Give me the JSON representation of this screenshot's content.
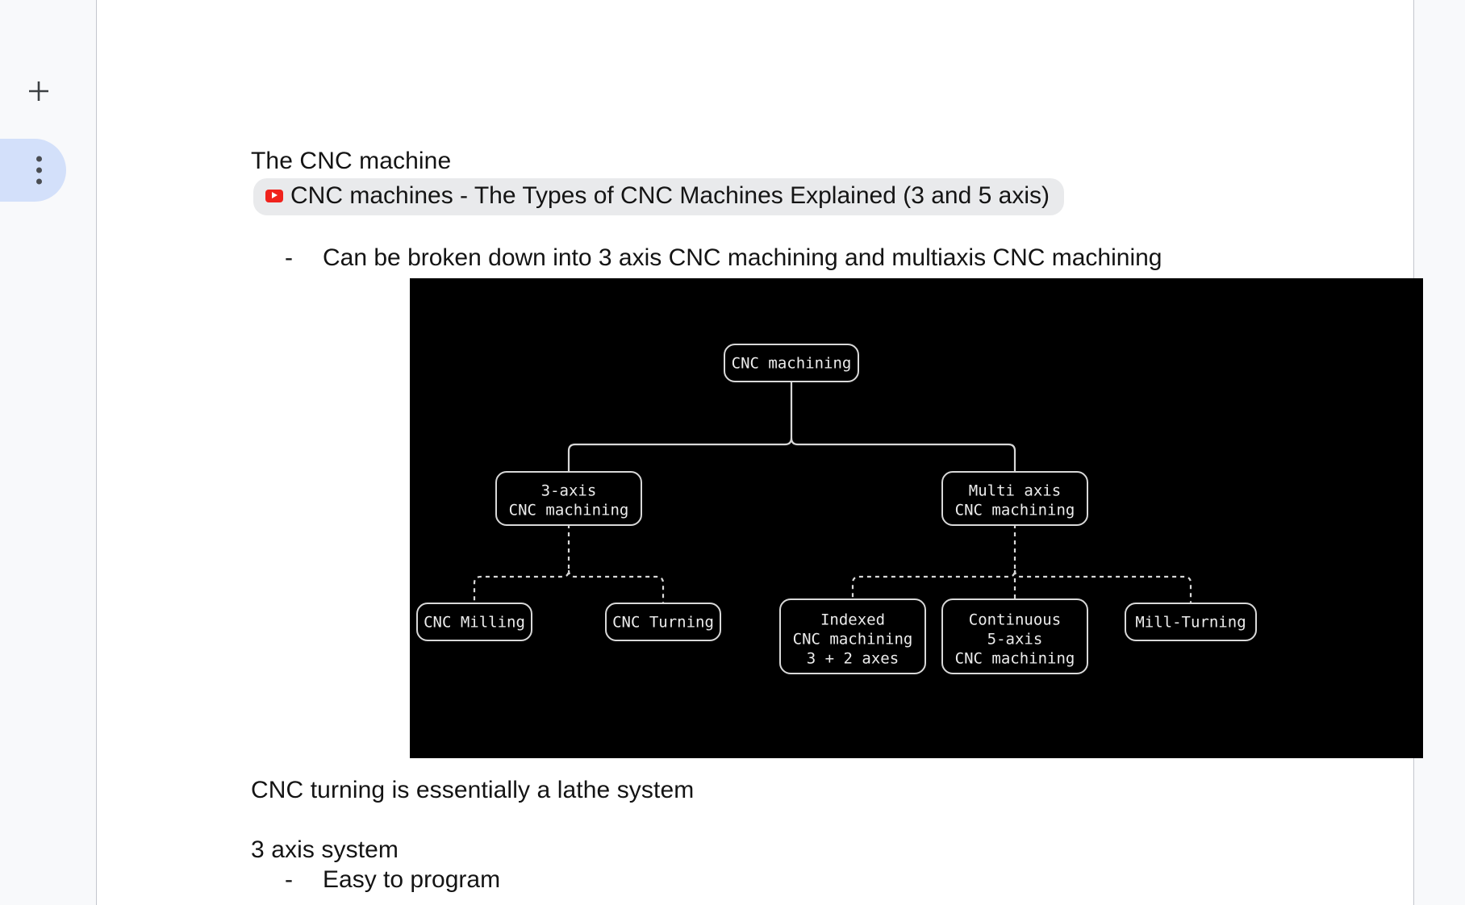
{
  "app": {
    "background_color": "#ffffff",
    "rail_background_color": "#f8f9fb",
    "divider_color": "#c4c7ce",
    "accent_pill_color": "#d3e0fa"
  },
  "left_rail": {
    "add_button": {
      "icon": "plus-icon",
      "label": "+"
    },
    "menu_button": {
      "icon": "more-vertical-icon",
      "label": ""
    }
  },
  "document": {
    "heading_1": "The CNC machine",
    "youtube_chip": {
      "icon": "youtube-icon",
      "icon_color": "#f0231d",
      "chip_background": "#e9eaec",
      "label": "CNC machines - The Types of CNC Machines Explained (3 and 5 axis)"
    },
    "bullet_1": {
      "marker": "-",
      "text": "Can be broken down into 3 axis CNC machining and multiaxis CNC machining"
    },
    "paragraph_lathe": "CNC turning is essentially a lathe system",
    "heading_2": "3 axis system",
    "bullet_2": {
      "marker": "-",
      "text": "Easy to program"
    }
  },
  "chart_data": {
    "type": "diagram",
    "subtype": "tree",
    "title": "CNC machining classification tree",
    "background": "#000000",
    "node_stroke": "#d8d8d8",
    "node_text_color": "#ececec",
    "edge_styles": {
      "level_1_to_2": "solid",
      "level_2_to_3": "dashed"
    },
    "nodes": [
      {
        "id": "root",
        "label": "CNC machining",
        "lines": [
          "CNC machining"
        ],
        "level": 0
      },
      {
        "id": "three_axis",
        "label": "3-axis CNC machining",
        "lines": [
          "3-axis",
          "CNC machining"
        ],
        "level": 1
      },
      {
        "id": "multi_axis",
        "label": "Multi axis CNC machining",
        "lines": [
          "Multi axis",
          "CNC machining"
        ],
        "level": 1
      },
      {
        "id": "milling",
        "label": "CNC Milling",
        "lines": [
          "CNC Milling"
        ],
        "level": 2
      },
      {
        "id": "turning",
        "label": "CNC Turning",
        "lines": [
          "CNC Turning"
        ],
        "level": 2
      },
      {
        "id": "indexed",
        "label": "Indexed CNC machining 3 + 2 axes",
        "lines": [
          "Indexed",
          "CNC machining",
          "3 + 2 axes"
        ],
        "level": 2
      },
      {
        "id": "continuous",
        "label": "Continuous 5-axis CNC machining",
        "lines": [
          "Continuous",
          "5-axis",
          "CNC machining"
        ],
        "level": 2
      },
      {
        "id": "millturn",
        "label": "Mill-Turning",
        "lines": [
          "Mill-Turning"
        ],
        "level": 2
      }
    ],
    "edges": [
      {
        "from": "root",
        "to": "three_axis",
        "style": "solid"
      },
      {
        "from": "root",
        "to": "multi_axis",
        "style": "solid"
      },
      {
        "from": "three_axis",
        "to": "milling",
        "style": "dashed"
      },
      {
        "from": "three_axis",
        "to": "turning",
        "style": "dashed"
      },
      {
        "from": "multi_axis",
        "to": "indexed",
        "style": "dashed"
      },
      {
        "from": "multi_axis",
        "to": "continuous",
        "style": "dashed"
      },
      {
        "from": "multi_axis",
        "to": "millturn",
        "style": "dashed"
      }
    ]
  }
}
